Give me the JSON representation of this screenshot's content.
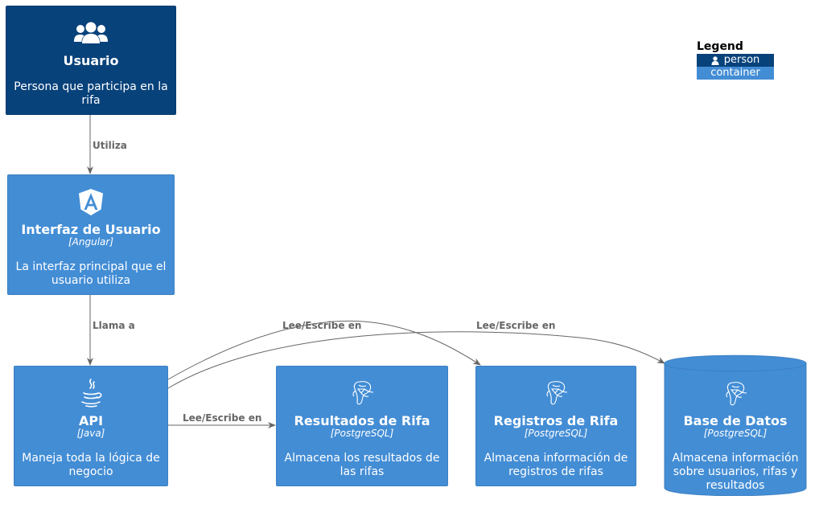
{
  "colors": {
    "person": "#08427B",
    "container": "#438DD5",
    "edge": "#666666"
  },
  "nodes": {
    "usuario": {
      "icon": "users-icon",
      "title": "Usuario",
      "description": "Persona que participa en la rifa"
    },
    "interfaz": {
      "icon": "angular-icon",
      "title": "Interfaz de Usuario",
      "technology": "[Angular]",
      "description": "La interfaz principal que el usuario utiliza"
    },
    "api": {
      "icon": "java-icon",
      "title": "API",
      "technology": "[Java]",
      "description": "Maneja toda la lógica de negocio"
    },
    "resultados": {
      "icon": "postgresql-icon",
      "title": "Resultados de Rifa",
      "technology": "[PostgreSQL]",
      "description": "Almacena los resultados de las rifas"
    },
    "registros": {
      "icon": "postgresql-icon",
      "title": "Registros de Rifa",
      "technology": "[PostgreSQL]",
      "description": "Almacena información de registros de rifas"
    },
    "basedatos": {
      "icon": "postgresql-icon",
      "title": "Base de Datos",
      "technology": "[PostgreSQL]",
      "description": "Almacena información sobre usuarios, rifas y resultados"
    }
  },
  "edges": [
    {
      "from": "Usuario",
      "to": "Interfaz de Usuario",
      "label": "Utiliza"
    },
    {
      "from": "Interfaz de Usuario",
      "to": "API",
      "label": "Llama a"
    },
    {
      "from": "API",
      "to": "Resultados de Rifa",
      "label": "Lee/Escribe en"
    },
    {
      "from": "API",
      "to": "Registros de Rifa",
      "label": "Lee/Escribe en"
    },
    {
      "from": "API",
      "to": "Base de Datos",
      "label": "Lee/Escribe en"
    }
  ],
  "legend": {
    "title": "Legend",
    "items": [
      {
        "label": "person",
        "icon": "person-icon"
      },
      {
        "label": "container",
        "icon": ""
      }
    ]
  }
}
